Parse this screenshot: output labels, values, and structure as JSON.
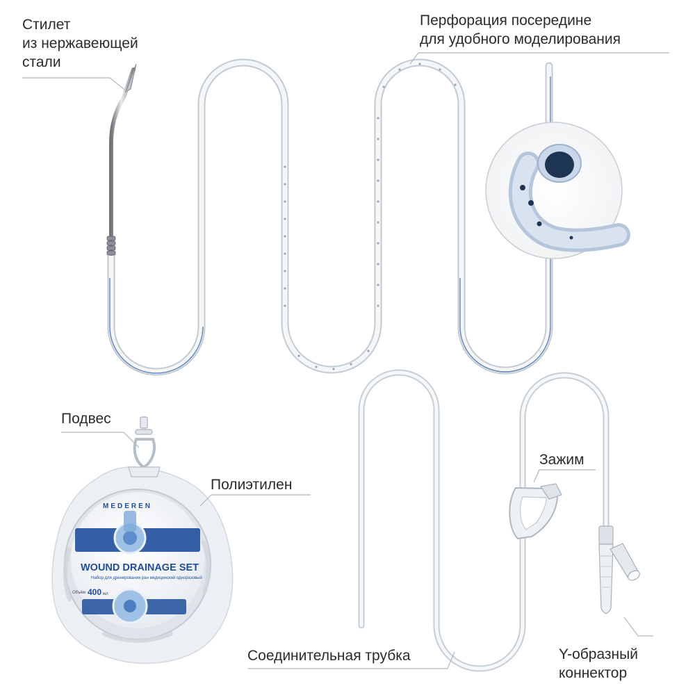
{
  "labels": {
    "stylet": [
      "Стилет",
      "из нержавеющей",
      "стали"
    ],
    "perforation": [
      "Перфорация посередине",
      "для удобного моделирования"
    ],
    "hanger": "Подвес",
    "polyethylene": "Полиэтилен",
    "clamp": "Зажим",
    "connecting_tube": "Соединительная трубка",
    "y_connector": [
      "Y-образный",
      "коннектор"
    ]
  },
  "package": {
    "brand": "MEDEREN",
    "title": "WOUND DRAINAGE SET",
    "subtitle": "Набор для дренирования ран медицинский одноразовый",
    "volume_label": "Объём",
    "volume_value": "400",
    "volume_unit": "мл"
  },
  "colors": {
    "label_text": "#2b2b2b",
    "leader_line": "#b5b5b5",
    "tube_outline": "#b9c3cd",
    "tube_blue_stripe": "#2a5aa8",
    "package_blue": "#1f4e9c",
    "package_white": "#f3f5f8"
  }
}
